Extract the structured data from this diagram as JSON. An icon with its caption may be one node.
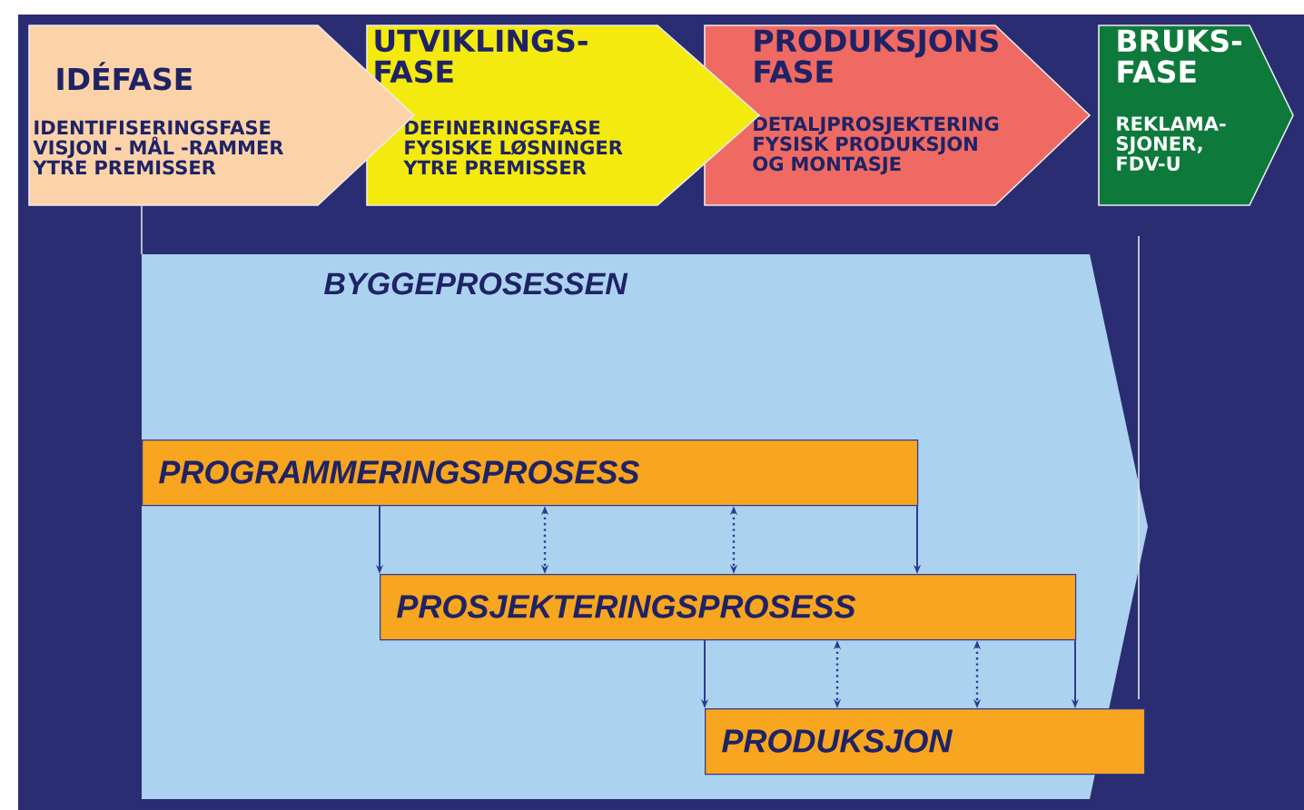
{
  "diagram": {
    "nodes": [
      {
        "text": [
          "IDÉFASE",
          "IDENTIFISERINGSFASE VISJON - MÅL -RAMMER YTRE PREMISSER"
        ]
      },
      {
        "text": [
          "UTVIKLINGS- FASE",
          "DEFINERINGSFASE FYSISKE LØSNINGER YTRE PREMISSER"
        ]
      },
      {
        "text": [
          "PRODUKSJONS FASE",
          "DETALJPROSJEKTERING FYSISK PRODUKSJON OG MONTASJE"
        ]
      },
      {
        "text": [
          "BRUKS- FASE",
          "REKLAMA- SJONER, FDV-U"
        ]
      },
      {
        "text": [
          "BYGGEPROSESSEN"
        ]
      },
      {
        "text": [
          "PROGRAMMERINGSPROSESS"
        ],
        "in": 4
      },
      {
        "text": [
          "PROSJEKTERINGSPROSESS"
        ],
        "in": 4
      },
      {
        "text": [
          "PRODUKSJON"
        ],
        "in": 4
      }
    ],
    "edges": [
      {
        "from": 5,
        "to": 6,
        "arrow": "to"
      },
      {
        "from": 5,
        "to": 6,
        "arrow": "both",
        "style": "dashed"
      },
      {
        "from": 5,
        "to": 6,
        "arrow": "both",
        "style": "dashed"
      },
      {
        "from": 5,
        "to": 6,
        "arrow": "to"
      },
      {
        "from": 6,
        "to": 7,
        "arrow": "to"
      },
      {
        "from": 6,
        "to": 7,
        "arrow": "both",
        "style": "dashed"
      },
      {
        "from": 6,
        "to": 7,
        "arrow": "both",
        "style": "dashed"
      },
      {
        "from": 6,
        "to": 7,
        "arrow": "to"
      },
      {
        "from": 0,
        "to": 4,
        "arrow": "none",
        "color": "#dcdcdc"
      }
    ]
  }
}
